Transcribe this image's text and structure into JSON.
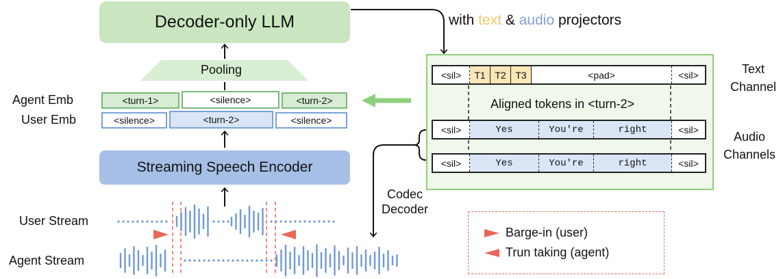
{
  "llm": {
    "title": "Decoder-only LLM"
  },
  "pooling": {
    "label": "Pooling"
  },
  "encoder": {
    "title": "Streaming Speech Encoder"
  },
  "projectors": {
    "prefix": "with ",
    "text_word": "text",
    "mid": " & ",
    "audio_word": "audio",
    "suffix": " projectors"
  },
  "embeddings": {
    "agent_label": "Agent Emb",
    "user_label": "User Emb",
    "agent_tokens": [
      "<turn-1>",
      "<silence>",
      "<turn-2>"
    ],
    "user_tokens": [
      "<silence>",
      "<turn-2>",
      "<silence>"
    ]
  },
  "streams": {
    "user_label": "User Stream",
    "agent_label": "Agent Stream"
  },
  "codec": {
    "line1": "Codec",
    "line2": "Decoder"
  },
  "text_channel": {
    "label_line1": "Text",
    "label_line2": "Channel",
    "sil": "<sil>",
    "t1": "T1",
    "t2": "T2",
    "t3": "T3",
    "pad": "<pad>"
  },
  "aligned_caption": "Aligned tokens in <turn-2>",
  "audio_channels": {
    "label_line1": "Audio",
    "label_line2": "Channels",
    "rows": [
      [
        "<sil>",
        "Yes",
        "You're",
        "right",
        "<sil>"
      ],
      [
        "<sil>",
        "Yes",
        "You're",
        "right",
        "<sil>"
      ]
    ]
  },
  "legend": {
    "barge_in": "Barge-in (user)",
    "turn_taking": "Trun taking (agent)"
  },
  "colors": {
    "green": "#c9e6c0",
    "blue": "#a6bfe6",
    "text_yellow": "#f7d48a",
    "audio_blue": "#7fa3d8",
    "red": "#e8665a"
  }
}
